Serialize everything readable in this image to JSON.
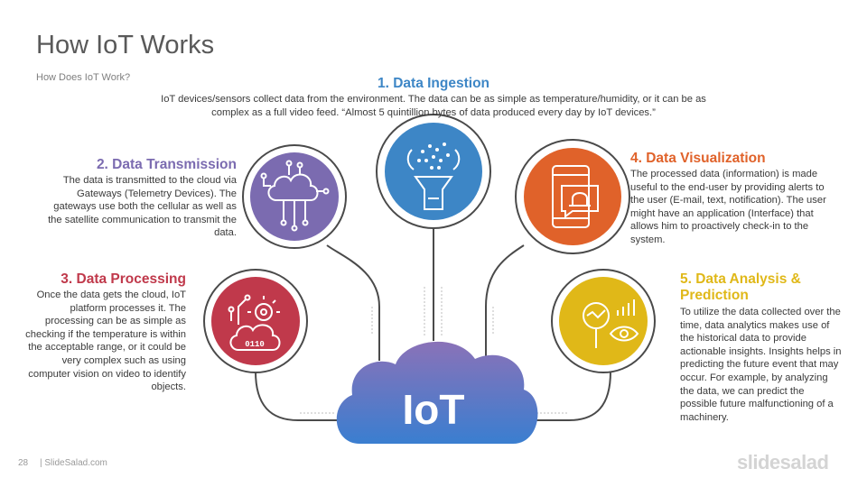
{
  "header": {
    "title": "How IoT Works",
    "subtitle": "How Does IoT Work?"
  },
  "steps": [
    {
      "title": "1. Data Ingestion",
      "body": "IoT devices/sensors collect data from the environment. The data can be as simple as temperature/humidity, or it can be as complex as a full video feed. “Almost 5 quintillion bytes of data produced every day by IoT devices.”",
      "color": "#3d86c6",
      "icon": "filter-funnel-icon"
    },
    {
      "title": "2. Data Transmission",
      "body": "The data is transmitted to the cloud via Gateways (Telemetry Devices). The gateways use both the cellular as well as the satellite communication to transmit the data.",
      "color": "#7b6bb0",
      "icon": "cloud-circuit-icon"
    },
    {
      "title": "3. Data Processing",
      "body": "Once the data gets the cloud, IoT platform processes it. The processing can be as simple as checking if the temperature is within the acceptable range, or it could be very complex such as using computer vision on video to identify objects.",
      "color": "#c0394b",
      "icon": "cloud-processing-icon"
    },
    {
      "title": "4. Data Visualization",
      "body": "The processed data (information) is made useful to the end-user by providing alerts to the user (E-mail, text, notification). The user might have an application (Interface) that allows him to proactively check-in to the system.",
      "color": "#e0622a",
      "icon": "phone-notification-icon"
    },
    {
      "title": "5. Data Analysis & Prediction",
      "body": "To utilize the data collected over the time, data analytics makes use of the historical data to provide actionable insights. Insights helps in predicting the future event that may occur. For example, by analyzing the data, we can predict the possible future malfunctioning of a machinery.",
      "color": "#e0b818",
      "icon": "analytics-magnifier-icon"
    }
  ],
  "cloud": {
    "label": "IoT"
  },
  "footer": {
    "page_number": "28",
    "brand": "| SlideSalad.com",
    "logo": "slidesalad"
  }
}
